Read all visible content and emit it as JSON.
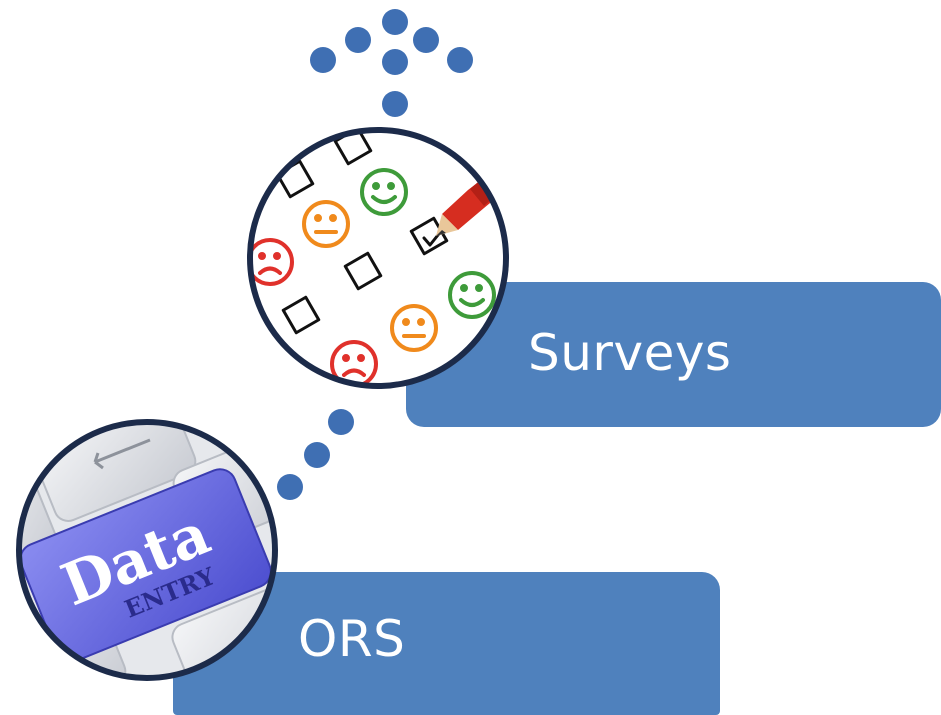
{
  "nodes": [
    {
      "id": "surveys",
      "label": "Surveys",
      "image": "survey-checklist-emoji"
    },
    {
      "id": "ors",
      "label": "ORS",
      "image": "data-entry-key"
    }
  ],
  "colors": {
    "box": "#4f81bd",
    "dots": "#3f6fb3",
    "ring": "#1c2b4a",
    "text": "#ffffff"
  },
  "icons": [
    "up-arrow-of-dots",
    "dotted-connector"
  ],
  "key_caption": {
    "main": "Data",
    "sub": "ENTRY"
  }
}
